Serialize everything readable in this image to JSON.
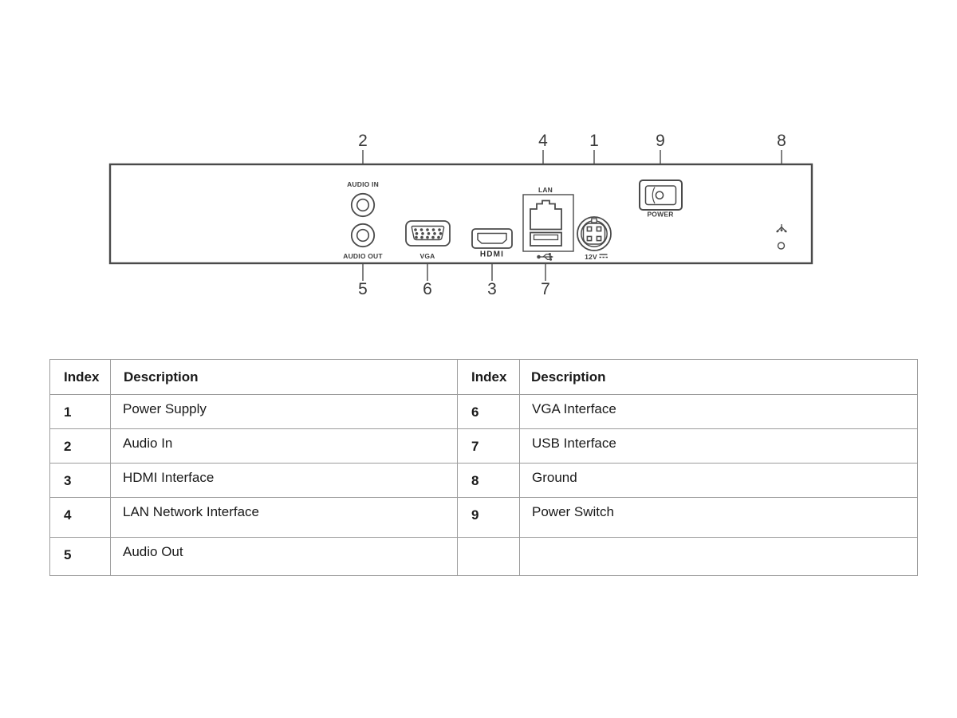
{
  "diagram": {
    "top_callouts": [
      "2",
      "4",
      "1",
      "9",
      "8"
    ],
    "bottom_callouts": [
      "5",
      "6",
      "3",
      "7"
    ],
    "port_labels": {
      "audio_in": "AUDIO IN",
      "audio_out": "AUDIO OUT",
      "vga": "VGA",
      "hdmi": "HDMI",
      "lan": "LAN",
      "dc_power": "12V",
      "power_switch": "POWER"
    }
  },
  "table": {
    "headers": [
      "Index",
      "Description",
      "Index",
      "Description"
    ],
    "rows": [
      [
        "1",
        "Power Supply",
        "6",
        "VGA Interface"
      ],
      [
        "2",
        "Audio In",
        "7",
        "USB Interface"
      ],
      [
        "3",
        "HDMI Interface",
        "8",
        "Ground"
      ],
      [
        "4",
        "LAN Network Interface",
        "9",
        "Power Switch"
      ],
      [
        "5",
        "Audio Out",
        "",
        ""
      ]
    ]
  },
  "colors": {
    "line": "#4a4a4a",
    "table_border": "#9c9c9c",
    "text": "#1a1a1a"
  }
}
